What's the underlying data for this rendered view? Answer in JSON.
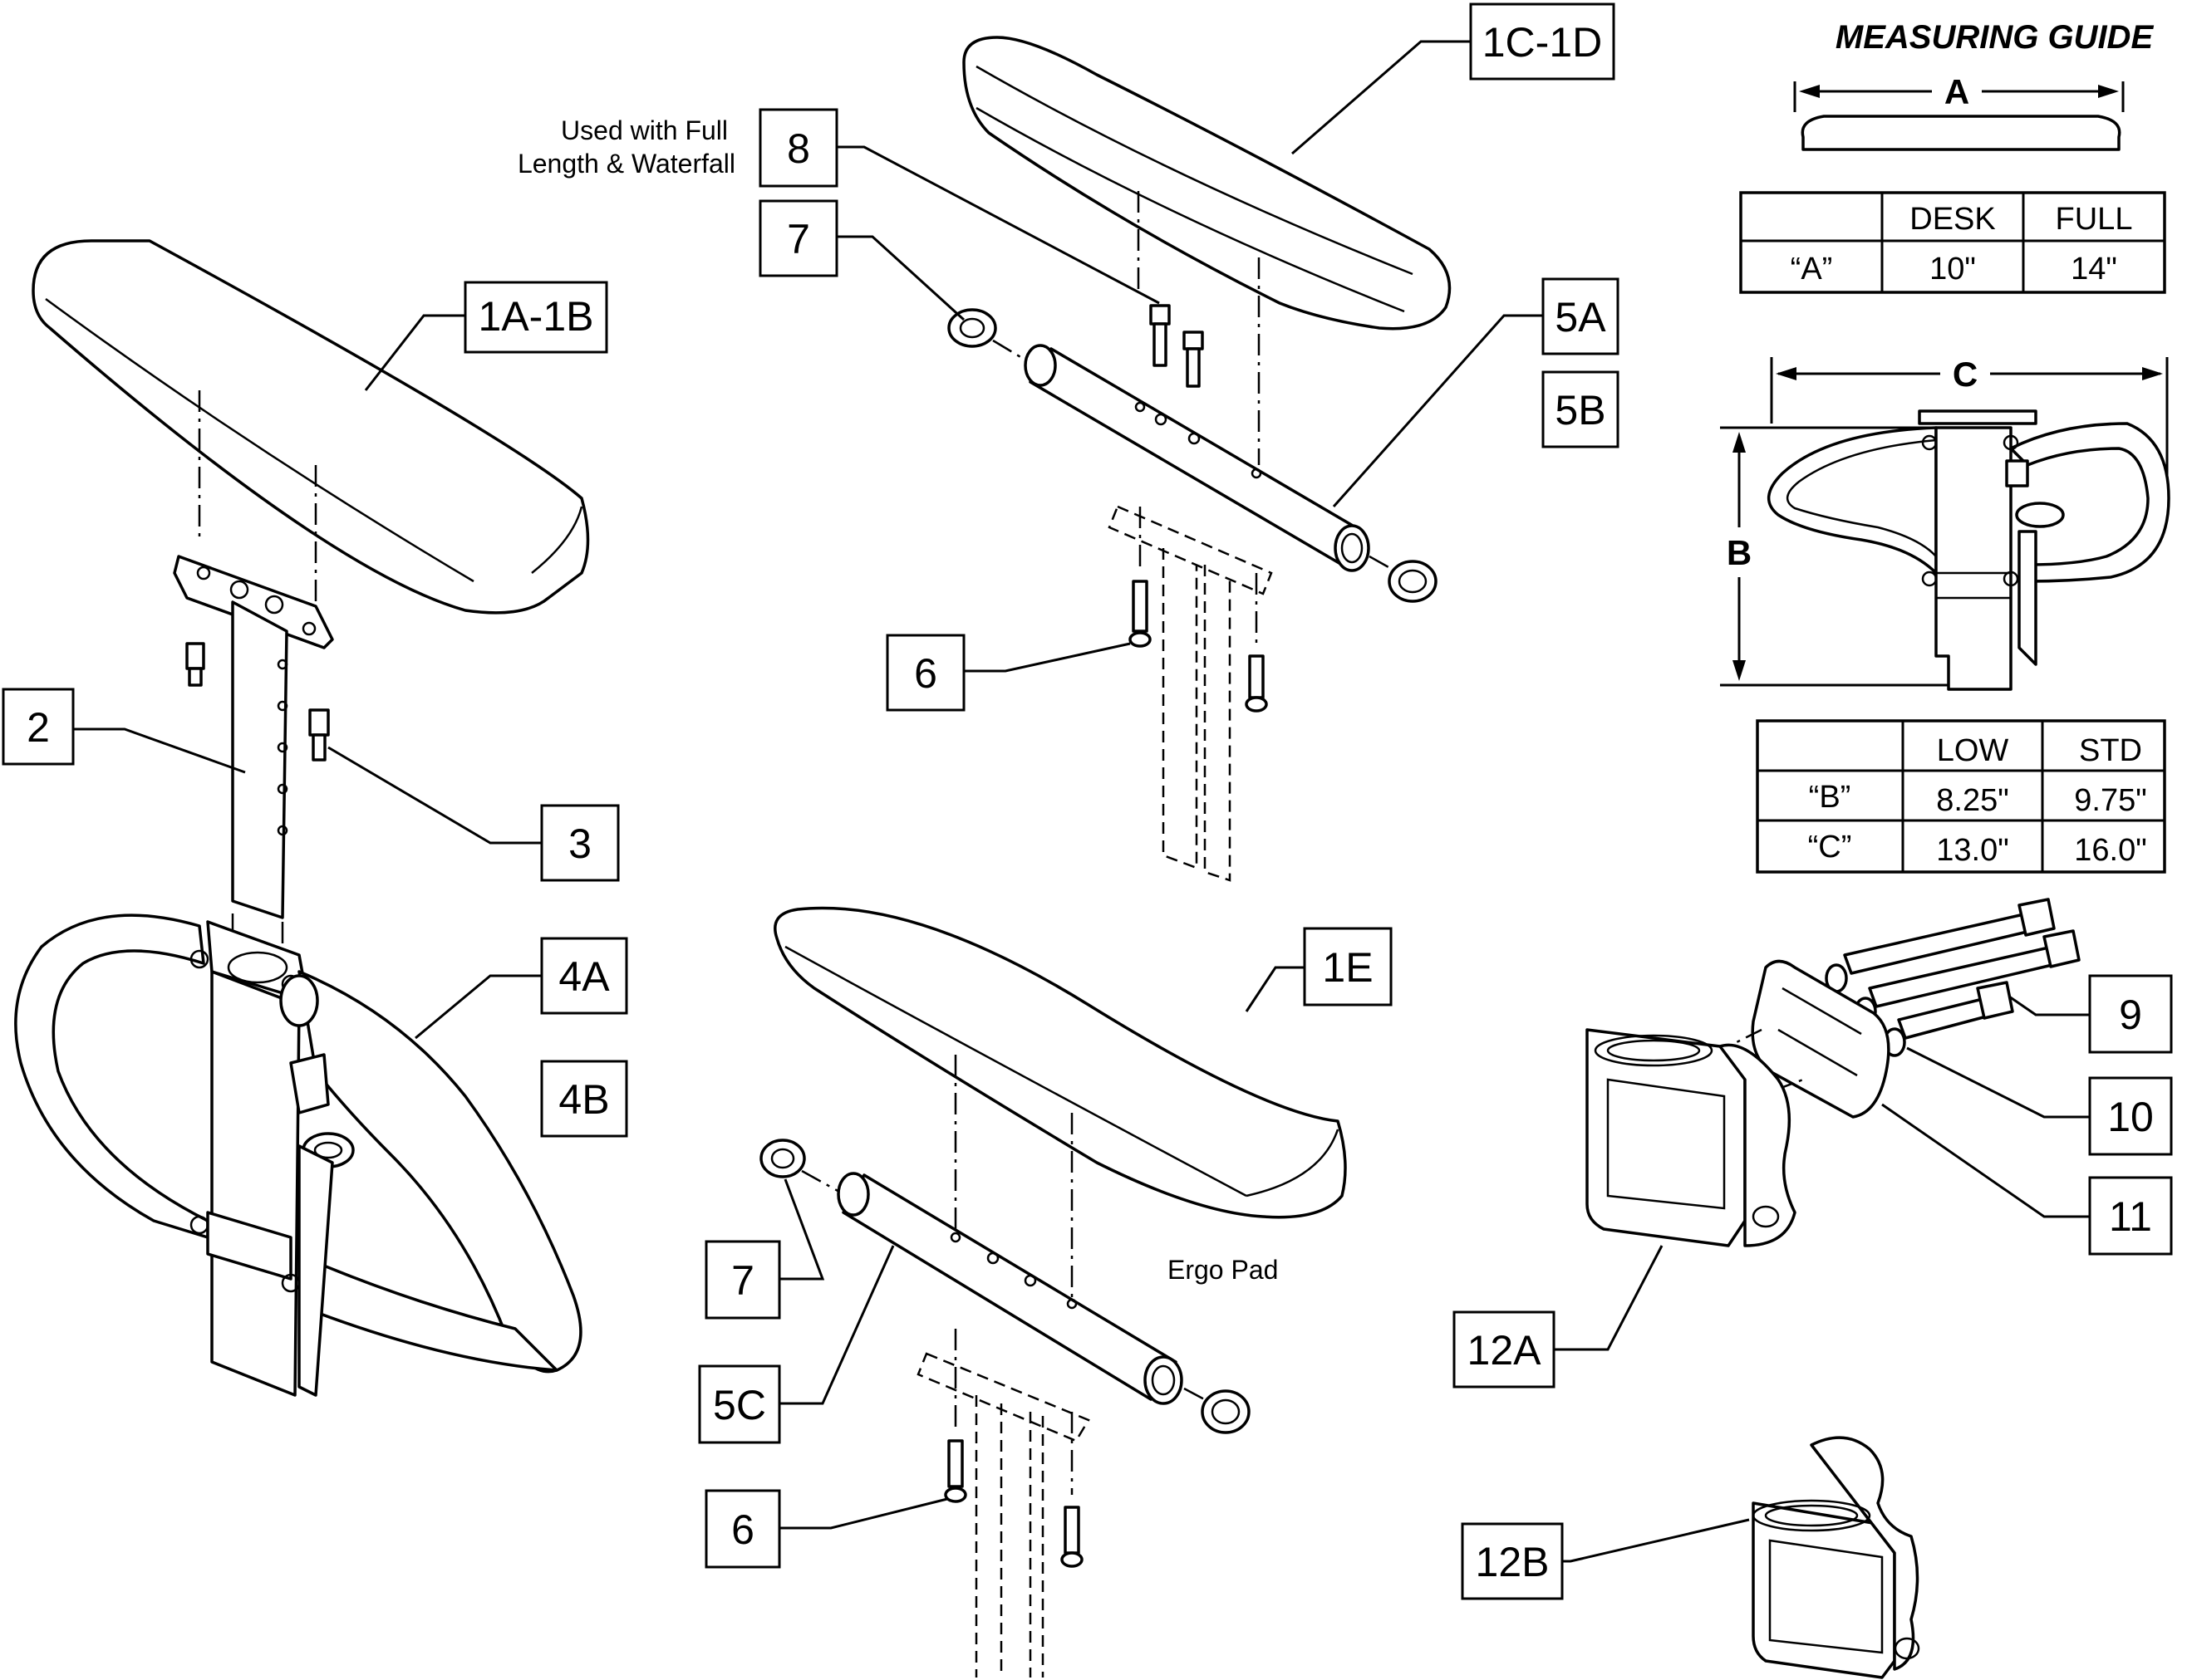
{
  "callouts": {
    "c1ab": "1A-1B",
    "c1cd": "1C-1D",
    "c1e": "1E",
    "c2": "2",
    "c3": "3",
    "c4a": "4A",
    "c4b": "4B",
    "c5a": "5A",
    "c5b": "5B",
    "c5c": "5C",
    "c6a": "6",
    "c6b": "6",
    "c7a": "7",
    "c7b": "7",
    "c8": "8",
    "c9": "9",
    "c10": "10",
    "c11": "11",
    "c12a": "12A",
    "c12b": "12B"
  },
  "notes": {
    "full_length_line1": "Used with Full",
    "full_length_line2": "Length & Waterfall",
    "ergo_pad": "Ergo Pad"
  },
  "guide": {
    "title": "MEASURING GUIDE",
    "dim_a": "A",
    "dim_b": "B",
    "dim_c": "C",
    "table1": {
      "headers": [
        "",
        "DESK",
        "FULL"
      ],
      "rows": [
        [
          "“A”",
          "10\"",
          "14\""
        ]
      ]
    },
    "table2": {
      "headers": [
        "",
        "LOW",
        "STD"
      ],
      "rows": [
        [
          "“B”",
          "8.25\"",
          "9.75\""
        ],
        [
          "“C”",
          "13.0\"",
          "16.0\""
        ]
      ]
    }
  }
}
